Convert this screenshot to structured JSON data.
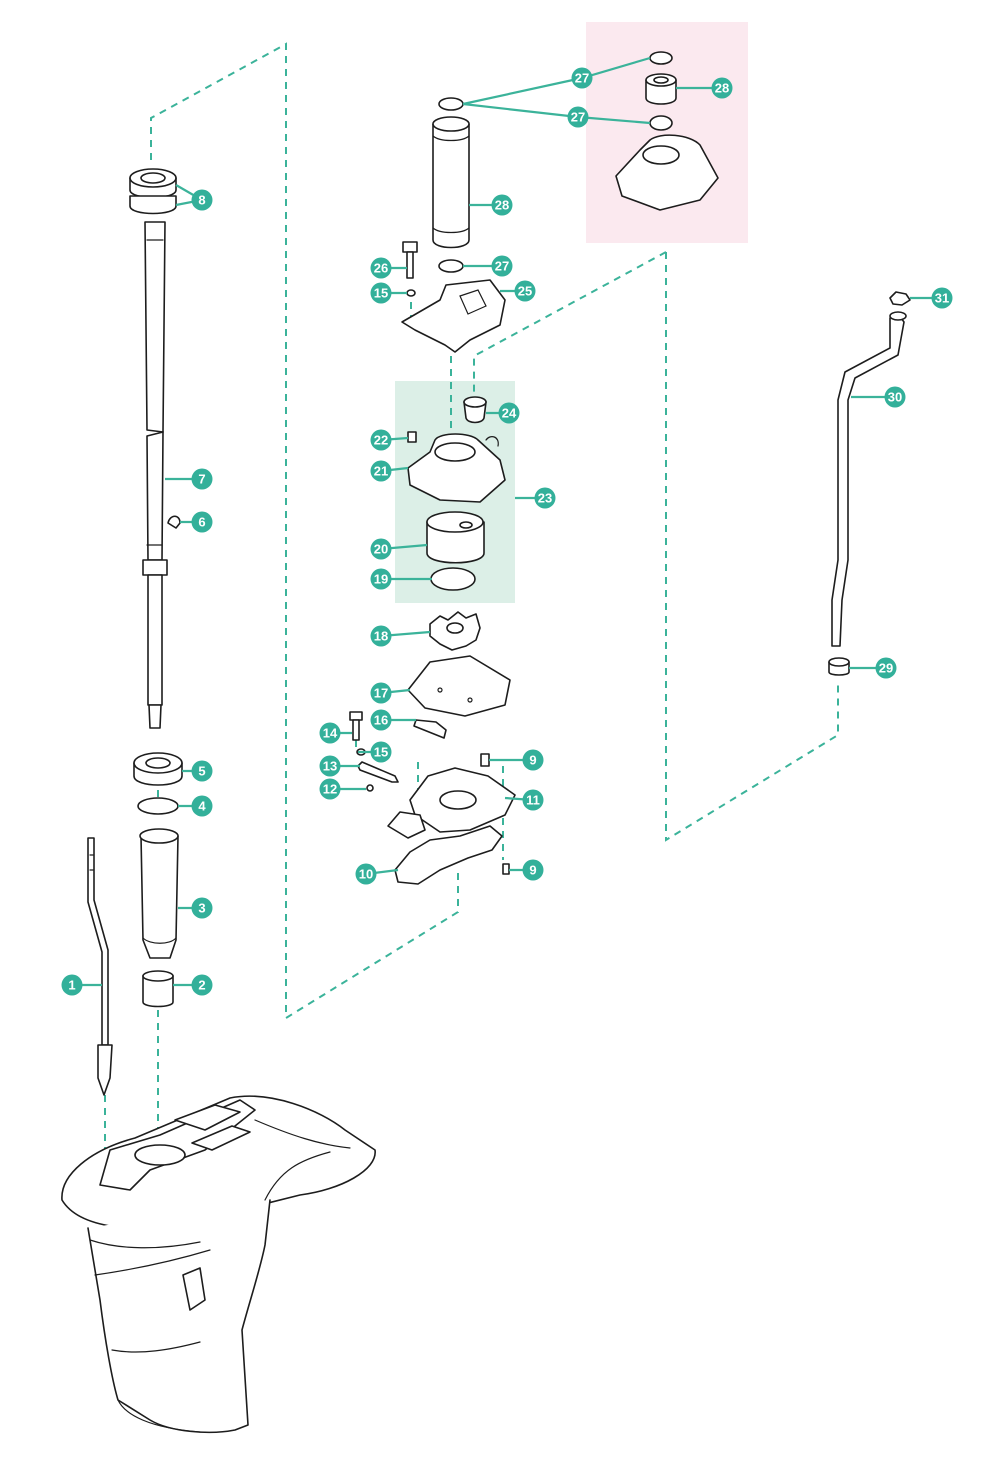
{
  "callouts": [
    {
      "id": "c1",
      "label": "1"
    },
    {
      "id": "c2",
      "label": "2"
    },
    {
      "id": "c3",
      "label": "3"
    },
    {
      "id": "c4",
      "label": "4"
    },
    {
      "id": "c5",
      "label": "5"
    },
    {
      "id": "c6",
      "label": "6"
    },
    {
      "id": "c7",
      "label": "7"
    },
    {
      "id": "c8",
      "label": "8"
    },
    {
      "id": "c9a",
      "label": "9"
    },
    {
      "id": "c9b",
      "label": "9"
    },
    {
      "id": "c10",
      "label": "10"
    },
    {
      "id": "c11",
      "label": "11"
    },
    {
      "id": "c12",
      "label": "12"
    },
    {
      "id": "c13",
      "label": "13"
    },
    {
      "id": "c14",
      "label": "14"
    },
    {
      "id": "c15a",
      "label": "15"
    },
    {
      "id": "c15b",
      "label": "15"
    },
    {
      "id": "c16",
      "label": "16"
    },
    {
      "id": "c17",
      "label": "17"
    },
    {
      "id": "c18",
      "label": "18"
    },
    {
      "id": "c19",
      "label": "19"
    },
    {
      "id": "c20",
      "label": "20"
    },
    {
      "id": "c21",
      "label": "21"
    },
    {
      "id": "c22",
      "label": "22"
    },
    {
      "id": "c23",
      "label": "23"
    },
    {
      "id": "c24",
      "label": "24"
    },
    {
      "id": "c25",
      "label": "25"
    },
    {
      "id": "c26",
      "label": "26"
    },
    {
      "id": "c27a",
      "label": "27"
    },
    {
      "id": "c27b",
      "label": "27"
    },
    {
      "id": "c27c",
      "label": "27"
    },
    {
      "id": "c28a",
      "label": "28"
    },
    {
      "id": "c28b",
      "label": "28"
    },
    {
      "id": "c29",
      "label": "29"
    },
    {
      "id": "c30",
      "label": "30"
    },
    {
      "id": "c31",
      "label": "31"
    }
  ],
  "colors": {
    "callout": "#33b09a",
    "dashed_line": "#3bb39a",
    "pump_kit_highlight": "#dcefe7",
    "housing_kit_highlight": "#fbe9ef",
    "line_art": "#1d1d1d"
  }
}
